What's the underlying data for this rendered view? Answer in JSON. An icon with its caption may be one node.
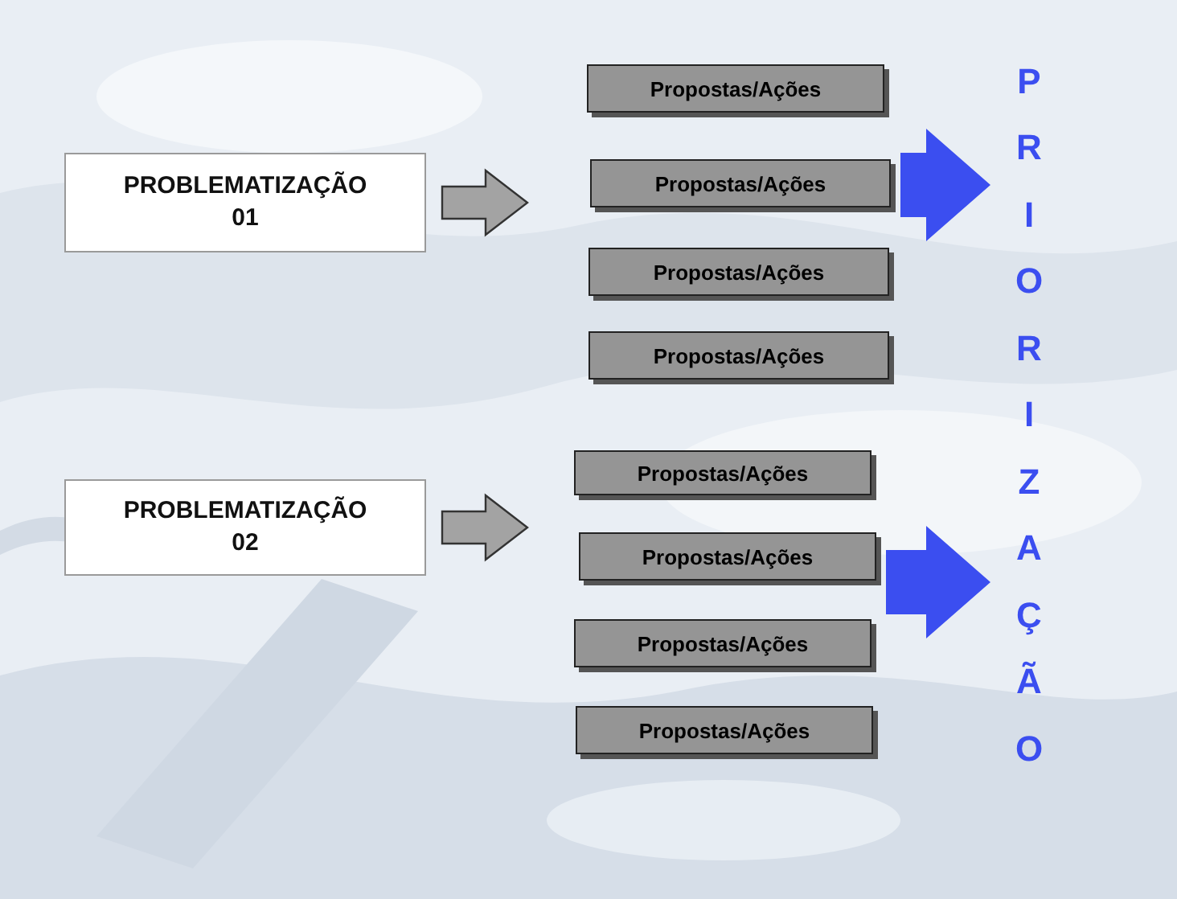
{
  "diagram": {
    "nodes": [
      {
        "text": [
          "PROBLEMATIZAÇÃO 01"
        ]
      },
      {
        "text": [
          "Propostas/Ações"
        ]
      },
      {
        "text": [
          "Propostas/Ações"
        ]
      },
      {
        "text": [
          "Propostas/Ações"
        ]
      },
      {
        "text": [
          "Propostas/Ações"
        ]
      },
      {
        "text": [
          "PRIORIZAÇÃO"
        ]
      },
      {
        "text": [
          "PROBLEMATIZAÇÃO 02"
        ]
      },
      {
        "text": [
          "Propostas/Ações"
        ]
      },
      {
        "text": [
          "Propostas/Ações"
        ]
      },
      {
        "text": [
          "Propostas/Ações"
        ]
      },
      {
        "text": [
          "Propostas/Ações"
        ]
      }
    ],
    "edges": [
      {
        "from": 0,
        "to": null,
        "arrow": "to"
      },
      {
        "from": 2,
        "to": 5,
        "arrow": "to",
        "color": "#3b4ef0",
        "style": "thick"
      },
      {
        "from": 6,
        "to": null,
        "arrow": "to"
      },
      {
        "from": 8,
        "to": 5,
        "arrow": "to",
        "color": "#3b4ef0",
        "style": "thick"
      }
    ]
  }
}
